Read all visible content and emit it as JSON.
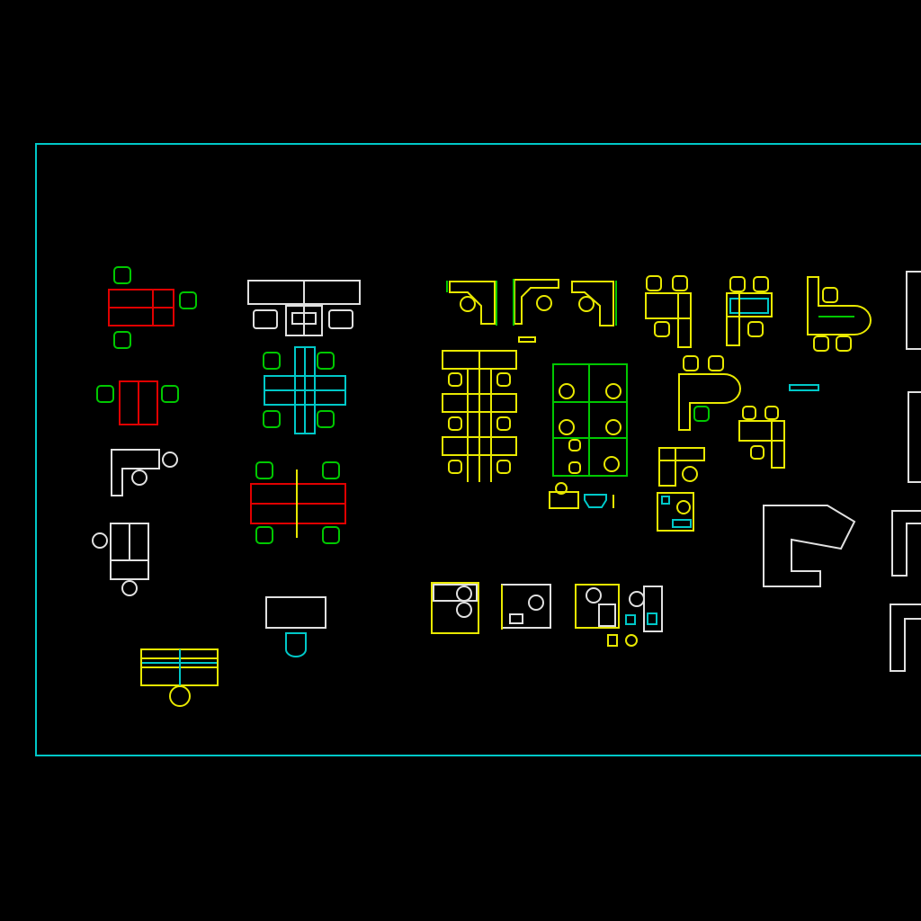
{
  "canvas": {
    "background": "#000000",
    "colors": {
      "frame": "#00c8c8",
      "red": "#e00000",
      "green": "#00c800",
      "white": "#e0e0e0",
      "yellow": "#e8e800",
      "cyan": "#00c8c8"
    }
  },
  "blocks": [
    {
      "name": "four-seat-red-desk"
    },
    {
      "name": "two-seat-red-desk"
    },
    {
      "name": "l-desk-white"
    },
    {
      "name": "return-desk-white"
    },
    {
      "name": "reception-desk"
    },
    {
      "name": "white-bench-desk"
    },
    {
      "name": "cyan-four-pod"
    },
    {
      "name": "red-meeting-table"
    },
    {
      "name": "white-single-desk"
    },
    {
      "name": "yellow-corner-workstations"
    },
    {
      "name": "yellow-six-workstation-cluster"
    },
    {
      "name": "green-partition-cluster"
    },
    {
      "name": "yellow-l-desks"
    },
    {
      "name": "small-office-plans"
    },
    {
      "name": "white-large-l-desks"
    }
  ]
}
